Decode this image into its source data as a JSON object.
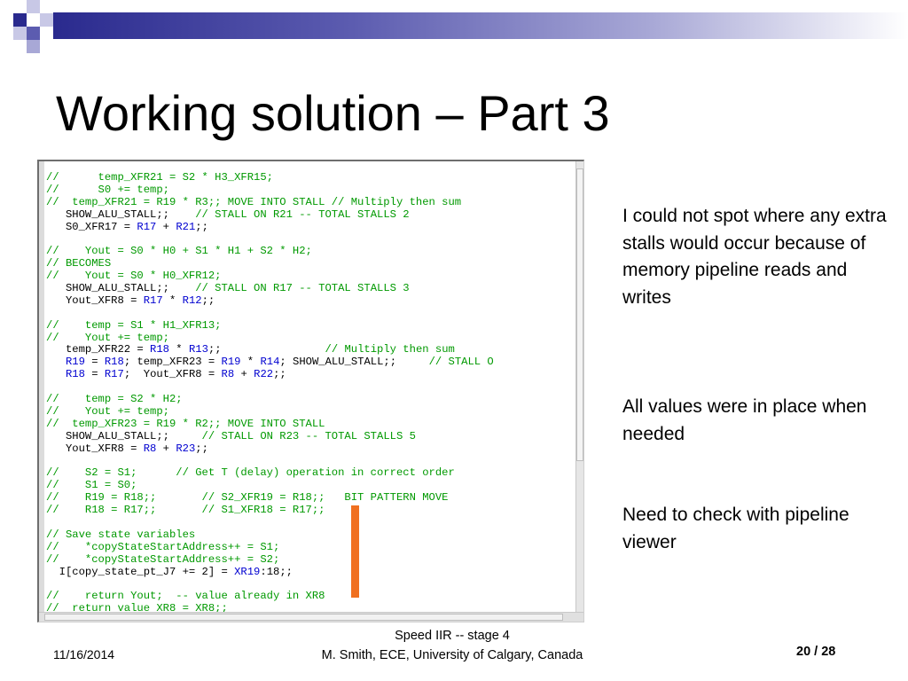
{
  "slide": {
    "title": "Working solution – Part 3",
    "notes": [
      "I could not spot where any extra stalls would occur because of memory pipeline reads and writes",
      "All values were in place when needed",
      "Need to check with pipeline viewer"
    ],
    "footer": {
      "date": "11/16/2014",
      "center_line1": "Speed IIR -- stage 4",
      "center_line2": "M. Smith, ECE, University of Calgary, Canada",
      "page": "20 / 28"
    }
  },
  "code_lines": [
    [
      [
        "cm",
        "//      temp_XFR21 = S2 * H3_XFR15;"
      ]
    ],
    [
      [
        "cm",
        "//      S0 += temp;"
      ]
    ],
    [
      [
        "cm",
        "//  temp_XFR21 = R19 * R3;; MOVE INTO STALL // Multiply then sum"
      ]
    ],
    [
      [
        "pl",
        "   SHOW_ALU_STALL;;    "
      ],
      [
        "cm",
        "// STALL ON R21 -- TOTAL STALLS 2"
      ]
    ],
    [
      [
        "pl",
        "   S0_XFR17 = "
      ],
      [
        "kw",
        "R17"
      ],
      [
        "pl",
        " + "
      ],
      [
        "kw",
        "R21"
      ],
      [
        "pl",
        ";;"
      ]
    ],
    [],
    [
      [
        "cm",
        "//    Yout = S0 * H0 + S1 * H1 + S2 * H2;"
      ]
    ],
    [
      [
        "cm",
        "// BECOMES"
      ]
    ],
    [
      [
        "cm",
        "//    Yout = S0 * H0_XFR12;"
      ]
    ],
    [
      [
        "pl",
        "   SHOW_ALU_STALL;;    "
      ],
      [
        "cm",
        "// STALL ON R17 -- TOTAL STALLS 3"
      ]
    ],
    [
      [
        "pl",
        "   Yout_XFR8 = "
      ],
      [
        "kw",
        "R17"
      ],
      [
        "pl",
        " * "
      ],
      [
        "kw",
        "R12"
      ],
      [
        "pl",
        ";;"
      ]
    ],
    [],
    [
      [
        "cm",
        "//    temp = S1 * H1_XFR13;"
      ]
    ],
    [
      [
        "cm",
        "//    Yout += temp;"
      ]
    ],
    [
      [
        "pl",
        "   temp_XFR22 = "
      ],
      [
        "kw",
        "R18"
      ],
      [
        "pl",
        " * "
      ],
      [
        "kw",
        "R13"
      ],
      [
        "pl",
        ";;                "
      ],
      [
        "cm",
        "// Multiply then sum"
      ]
    ],
    [
      [
        "pl",
        "   "
      ],
      [
        "kw",
        "R19"
      ],
      [
        "pl",
        " = "
      ],
      [
        "kw",
        "R18"
      ],
      [
        "pl",
        "; temp_XFR23 = "
      ],
      [
        "kw",
        "R19"
      ],
      [
        "pl",
        " * "
      ],
      [
        "kw",
        "R14"
      ],
      [
        "pl",
        "; SHOW_ALU_STALL;;     "
      ],
      [
        "cm",
        "// STALL O"
      ]
    ],
    [
      [
        "pl",
        "   "
      ],
      [
        "kw",
        "R18"
      ],
      [
        "pl",
        " = "
      ],
      [
        "kw",
        "R17"
      ],
      [
        "pl",
        ";  Yout_XFR8 = "
      ],
      [
        "kw",
        "R8"
      ],
      [
        "pl",
        " + "
      ],
      [
        "kw",
        "R22"
      ],
      [
        "pl",
        ";;"
      ]
    ],
    [],
    [
      [
        "cm",
        "//    temp = S2 * H2;"
      ]
    ],
    [
      [
        "cm",
        "//    Yout += temp;"
      ]
    ],
    [
      [
        "cm",
        "//  temp_XFR23 = R19 * R2;; MOVE INTO STALL"
      ]
    ],
    [
      [
        "pl",
        "   SHOW_ALU_STALL;;     "
      ],
      [
        "cm",
        "// STALL ON R23 -- TOTAL STALLS 5"
      ]
    ],
    [
      [
        "pl",
        "   Yout_XFR8 = "
      ],
      [
        "kw",
        "R8"
      ],
      [
        "pl",
        " + "
      ],
      [
        "kw",
        "R23"
      ],
      [
        "pl",
        ";;"
      ]
    ],
    [],
    [
      [
        "cm",
        "//    S2 = S1;      // Get T (delay) operation in correct order"
      ]
    ],
    [
      [
        "cm",
        "//    S1 = S0;"
      ]
    ],
    [
      [
        "cm",
        "//    R19 = R18;;       // S2_XFR19 = R18;;   BIT PATTERN MOVE"
      ]
    ],
    [
      [
        "cm",
        "//    R18 = R17;;       // S1_XFR18 = R17;;"
      ]
    ],
    [],
    [
      [
        "cm",
        "// Save state variables"
      ]
    ],
    [
      [
        "cm",
        "//    *copyStateStartAddress++ = S1;"
      ]
    ],
    [
      [
        "cm",
        "//    *copyStateStartAddress++ = S2;"
      ]
    ],
    [
      [
        "pl",
        "  I[copy_state_pt_J7 += 2] = "
      ],
      [
        "kw",
        "XR19"
      ],
      [
        "pl",
        ":18;;"
      ]
    ],
    [],
    [
      [
        "cm",
        "//    return Yout;  -- value already in XR8"
      ]
    ],
    [
      [
        "cm",
        "//  return value XR8 = XR8;;"
      ]
    ]
  ],
  "colors": {
    "comment": "#009900",
    "register": "#0000d0",
    "plain": "#000000",
    "annotation_bar": "#f07020"
  }
}
